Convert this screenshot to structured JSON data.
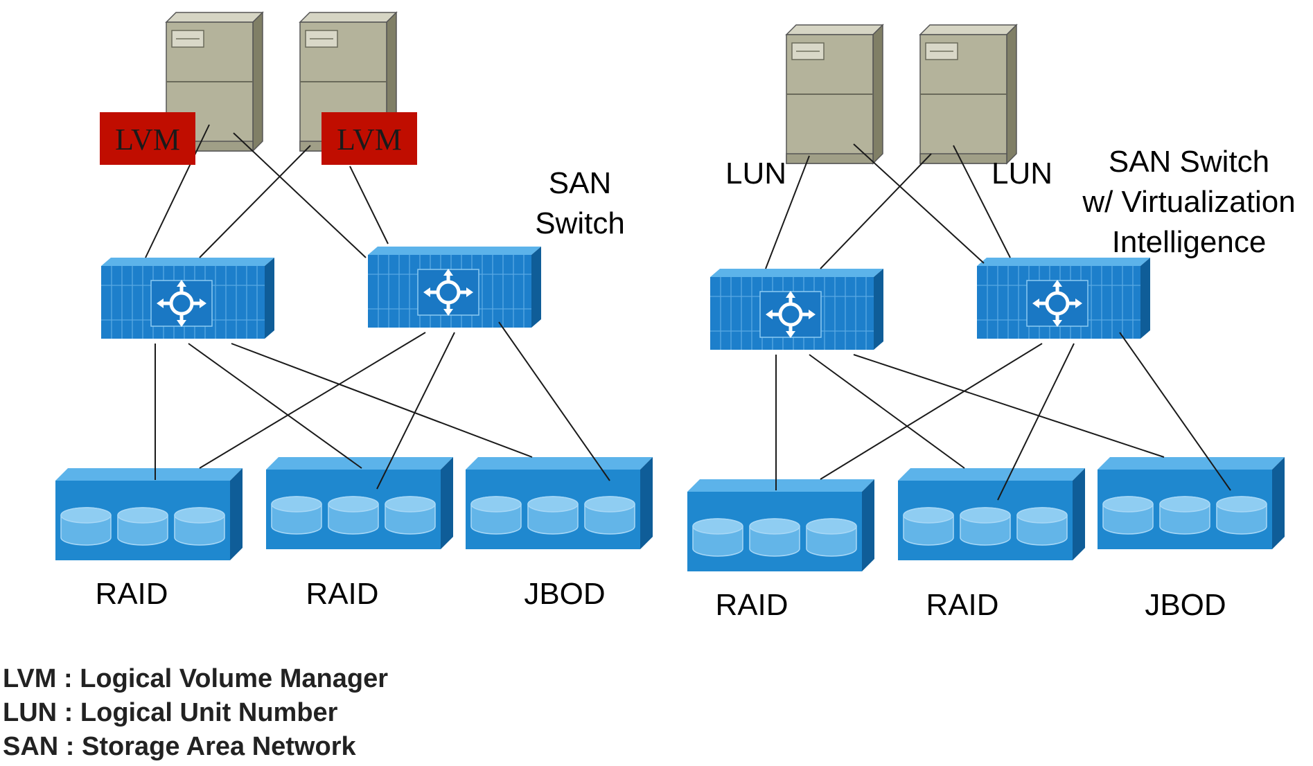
{
  "left_panel": {
    "lvm_labels": [
      "LVM",
      "LVM"
    ],
    "switch_label_lines": [
      "SAN",
      "Switch"
    ],
    "storage_labels": [
      "RAID",
      "RAID",
      "JBOD"
    ]
  },
  "right_panel": {
    "lun_labels": [
      "LUN",
      "LUN"
    ],
    "switch_label_lines": [
      "SAN Switch",
      "w/ Virtualization",
      "Intelligence"
    ],
    "storage_labels": [
      "RAID",
      "RAID",
      "JBOD"
    ]
  },
  "legend": [
    {
      "abbr": "LVM",
      "sep": " : ",
      "text": "Logical Volume Manager"
    },
    {
      "abbr": "LUN",
      "sep": " : ",
      "text": "Logical Unit Number"
    },
    {
      "abbr": "SAN",
      "sep": " : ",
      "text": "Storage Area Network"
    }
  ],
  "icons": {
    "server": "server-icon",
    "switch": "san-switch-icon",
    "storage": "disk-array-icon"
  },
  "colors": {
    "server_front": "#b4b39b",
    "server_side": "#807f66",
    "switch_blue": "#1d7fcb",
    "storage_blue": "#1f88cf",
    "lvm_red": "#c00d00"
  }
}
